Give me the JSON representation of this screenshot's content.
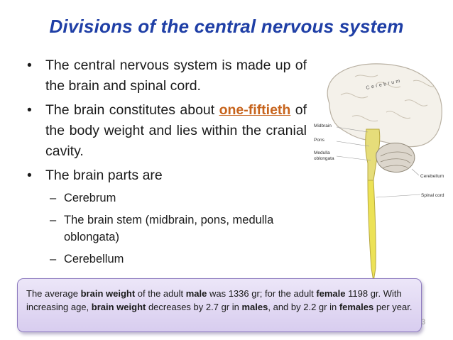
{
  "slide": {
    "title": "Divisions of the central nervous system",
    "bullets": {
      "b1": "The central nervous system is made up of the brain and spinal cord.",
      "b2_before": "The brain constitutes about ",
      "b2_highlight": "one-fiftieth",
      "b2_after": " of the body weight and lies within the cranial cavity.",
      "b3": "The brain parts are"
    },
    "subitems": [
      "Cerebrum",
      "The brain stem (midbrain, pons, medulla oblongata)",
      "Cerebellum"
    ],
    "figure_labels": {
      "cerebrum": "Cerebrum",
      "midbrain": "Midbrain",
      "pons": "Pons",
      "medulla_l1": "Medulla",
      "medulla_l2": "oblongata",
      "cerebellum": "Cerebellum",
      "spinal_cord": "Spinal cord"
    },
    "callout": {
      "t1": "The average ",
      "t2": "brain weight",
      "t3": " of the adult ",
      "t4": "male",
      "t5": " was 1336 gr; for the adult ",
      "t6": "female",
      "t7": " 1198 gr. With increasing age, ",
      "t8": "brain weight",
      "t9": " decreases by 2.7 gr in ",
      "t10": "males",
      "t11": ", and by 2.2 gr in ",
      "t12": "females",
      "t13": " per year."
    },
    "page_number": "3",
    "colors": {
      "title": "#1f3fa6",
      "highlight": "#c7641d",
      "callout_border": "#8d7bbf"
    }
  }
}
